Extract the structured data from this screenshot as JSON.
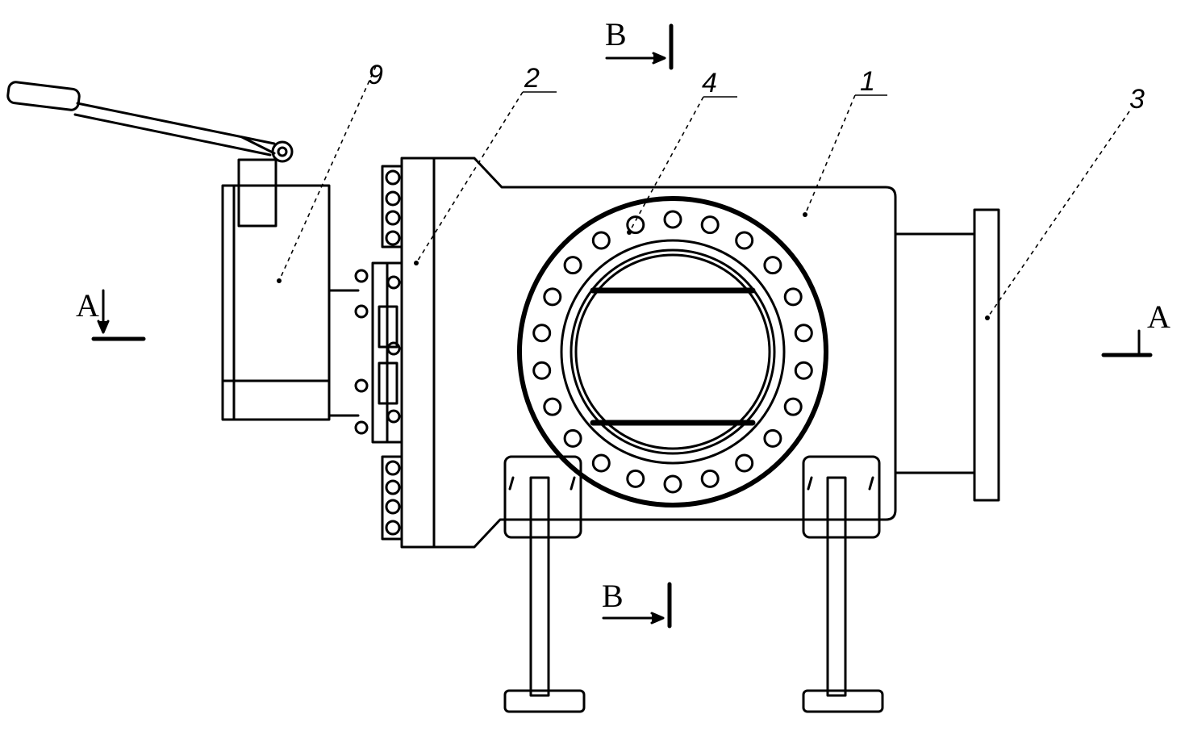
{
  "section_marks": {
    "b_top": "B",
    "b_bottom": "B",
    "a_left": "A",
    "a_right": "A"
  },
  "part_numbers": {
    "p9": "9",
    "p2": "2",
    "p4": "4",
    "p1": "1",
    "p3": "3"
  },
  "colors": {
    "line": "#000000",
    "background": "#ffffff"
  }
}
